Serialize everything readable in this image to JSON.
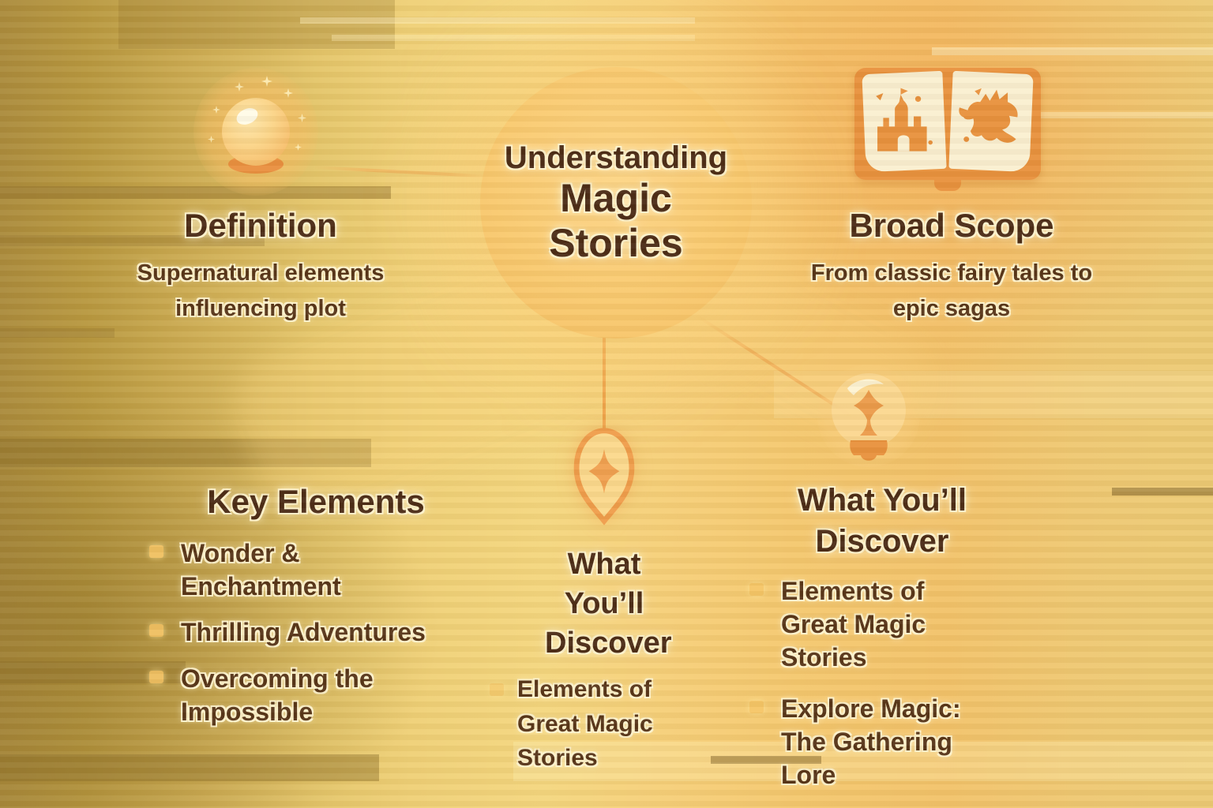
{
  "title": {
    "line1": "Understanding",
    "line2": "Magic",
    "line3": "Stories"
  },
  "definition": {
    "heading": "Definition",
    "body": "Supernatural elements influencing plot"
  },
  "broad_scope": {
    "heading": "Broad Scope",
    "body": "From classic fairy tales to epic sagas"
  },
  "key_elements": {
    "heading": "Key Elements",
    "bullets": [
      "Wonder & Enchantment",
      "Thrilling Adventures",
      "Overcoming the Impossible"
    ]
  },
  "discover_center": {
    "heading_line1": "What",
    "heading_line2": "You’ll",
    "heading_line3": "Discover",
    "body": "Elements of Great Magic Stories"
  },
  "discover_right": {
    "heading_line1": "What You’ll",
    "heading_line2": "Discover",
    "bullets": [
      "Elements of Great Magic Stories",
      "Explore Magic: The Gathering Lore"
    ]
  },
  "icons": {
    "definition": "crystal-ball-icon",
    "broad_scope": "storybook-castle-dragon-icon",
    "discover_center": "sparkle-pin-icon",
    "discover_right": "lightbulb-icon"
  },
  "colors": {
    "heading_text": "#4a2a16",
    "body_text": "#553318",
    "accent_orange": "#e8913d",
    "hub_fill": "#f9c96f",
    "background_dark_gold": "#aa8a3c",
    "background_light_gold": "#f4d67f",
    "page_cream": "#faefd2"
  }
}
